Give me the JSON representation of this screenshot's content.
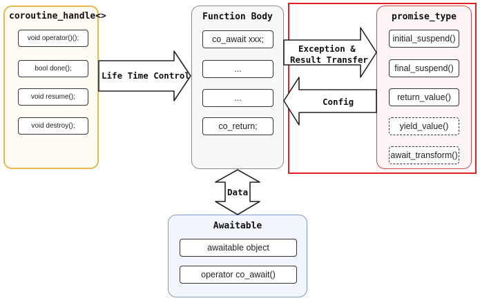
{
  "coroutine_handle": {
    "title": "coroutine_handle<>",
    "methods": [
      "void operator()();",
      "bool done();",
      "void resume();",
      "void destroy();"
    ]
  },
  "function_body": {
    "title": "Function Body",
    "items": [
      "co_await xxx;",
      "...",
      "...",
      "co_return;"
    ]
  },
  "promise_type": {
    "title": "promise_type",
    "items": [
      "initial_suspend()",
      "final_suspend()",
      "return_value()",
      "yield_value()",
      "await_transform()"
    ]
  },
  "awaitable": {
    "title": "Awaitable",
    "items": [
      "awaitable object",
      "operator co_await()"
    ]
  },
  "arrows": {
    "lifetime": "Life Time Control",
    "exception_line1": "Exception &",
    "exception_line2": "Result Transfer",
    "config": "Config",
    "data": "Data"
  },
  "colors": {
    "coroutine_border": "#e6b84a",
    "coroutine_bg": "#fffdf3",
    "function_border": "#8a8a8a",
    "function_bg": "#f7f7f7",
    "promise_border": "#c94a4a",
    "promise_bg": "#fdf5f5",
    "highlight": "#e02020",
    "awaitable_border": "#7a9ccc",
    "awaitable_bg": "#f2f6fc"
  }
}
